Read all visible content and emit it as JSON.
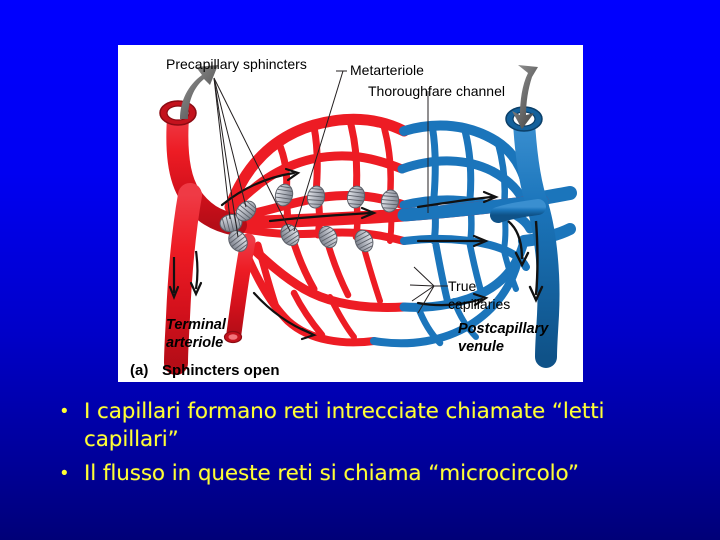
{
  "slide": {
    "background_top_color": "#0000ff",
    "background_bottom_color": "#000078",
    "text_color": "#ffff33"
  },
  "figure": {
    "panel_background": "#ffffff",
    "caption": "(a) Sphincters open",
    "caption_prefix": "(a)",
    "caption_text": "Sphincters open",
    "colors": {
      "arterial_red": "#e8212e",
      "arterial_red_dark": "#c4121d",
      "venous_blue": "#1b75bb",
      "venous_blue_dark": "#14619c",
      "sphincter_grey": "#b9bcc4",
      "sphincter_grey_dark": "#8b8f99",
      "leader_line": "#231f20",
      "label_text": "#000000"
    },
    "labels": [
      {
        "id": "precapillary-sphincters",
        "text": "Precapillary sphincters",
        "style": "regular"
      },
      {
        "id": "metarteriole",
        "text": "Metarteriole",
        "style": "regular"
      },
      {
        "id": "thoroughfare-channel",
        "text": "Thoroughfare channel",
        "style": "regular"
      },
      {
        "id": "true-capillaries-line1",
        "text": "True",
        "style": "regular"
      },
      {
        "id": "true-capillaries-line2",
        "text": "capillaries",
        "style": "regular"
      },
      {
        "id": "terminal-arteriole-line1",
        "text": "Terminal",
        "style": "italic"
      },
      {
        "id": "terminal-arteriole-line2",
        "text": "arteriole",
        "style": "italic"
      },
      {
        "id": "postcapillary-venule-line1",
        "text": "Postcapillary",
        "style": "italic"
      },
      {
        "id": "postcapillary-venule-line2",
        "text": "venule",
        "style": "italic"
      }
    ]
  },
  "bullets": {
    "marker": "•",
    "items": [
      "I capillari formano reti intrecciate chiamate “letti capillari”",
      "Il flusso in queste reti si chiama “microcircolo”"
    ]
  }
}
